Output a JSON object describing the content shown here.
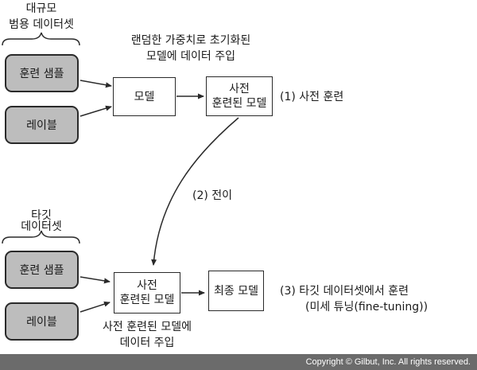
{
  "top_section": {
    "dataset_label_line1": "대규모",
    "dataset_label_line2": "범용 데이터셋",
    "samples_label": "훈련 샘플",
    "labels_label": "레이블",
    "model_caption_line1": "랜덤한 가중치로 초기화된",
    "model_caption_line2": "모델에 데이터 주입",
    "model_box_label": "모델",
    "pretrained_box_line1": "사전",
    "pretrained_box_line2": "훈련된 모델",
    "step_label": "(1) 사전 훈련"
  },
  "transfer": {
    "step_label": "(2) 전이"
  },
  "bottom_section": {
    "dataset_label_line1": "타깃",
    "dataset_label_line2": "데이터셋",
    "samples_label": "훈련 샘플",
    "labels_label": "레이블",
    "pretrained_box_line1": "사전",
    "pretrained_box_line2": "훈련된 모델",
    "pretrained_caption_line1": "사전 훈련된 모델에",
    "pretrained_caption_line2": "데이터 주입",
    "final_box_label": "최종 모델",
    "step_label_line1": "(3) 타깃 데이터셋에서 훈련",
    "step_label_line2": "(미세 튜닝(fine-tuning))"
  },
  "footer": {
    "copyright": "Copyright © Gilbut, Inc. All rights reserved."
  },
  "colors": {
    "gray_box_fill": "#bdbdbd",
    "stroke": "#2a2a2a",
    "footer_bg": "#6b6b6b"
  }
}
